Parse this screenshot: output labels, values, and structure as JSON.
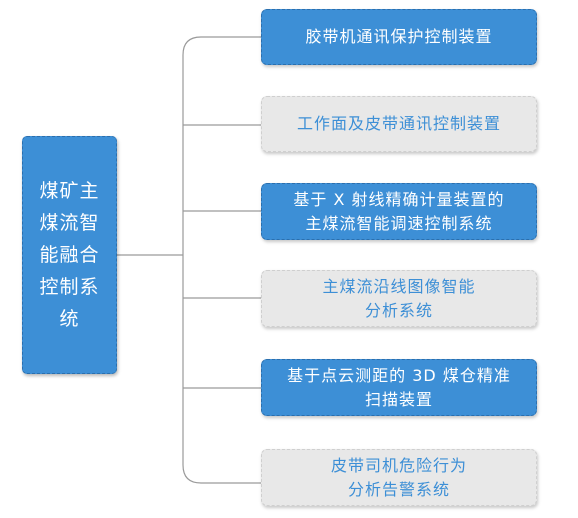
{
  "root": {
    "label": "煤矿主煤流智能融合控制系统"
  },
  "branches": [
    {
      "label": "胶带机通讯保护控制装置",
      "style": "blue"
    },
    {
      "label": "工作面及皮带通讯控制装置",
      "style": "gray"
    },
    {
      "label": "基于 X 射线精确计量装置的\n主煤流智能调速控制系统",
      "style": "blue"
    },
    {
      "label": "主煤流沿线图像智能\n分析系统",
      "style": "gray"
    },
    {
      "label": "基于点云测距的 3D 煤仓精准\n扫描装置",
      "style": "blue"
    },
    {
      "label": "皮带司机危险行为\n分析告警系统",
      "style": "gray"
    }
  ],
  "colors": {
    "blue": "#3d8fd6",
    "gray": "#e8e8e8",
    "line": "#9a9a9a"
  }
}
